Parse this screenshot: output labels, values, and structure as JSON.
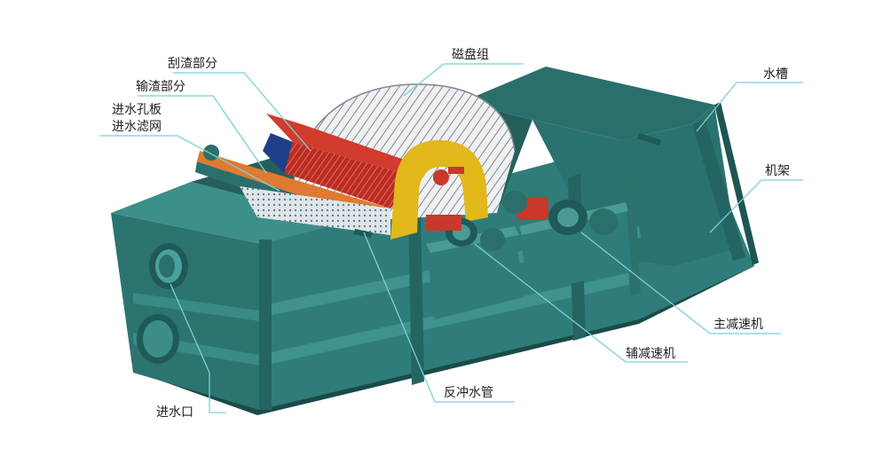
{
  "labels": {
    "scraper": "刮渣部分",
    "conveyor": "输渣部分",
    "inlet_plate_line1": "进水孔板",
    "inlet_plate_line2": "进水滤网",
    "disc_group": "磁盘组",
    "tank": "水槽",
    "frame": "机架",
    "main_reducer": "主减速机",
    "aux_reducer": "辅减速机",
    "backwash_pipe": "反冲水管",
    "inlet": "进水口"
  },
  "colors": {
    "body": "#2f7d7a",
    "body_dark": "#1f5a58",
    "body_light": "#4a9b96",
    "leader": "#7ecfd6",
    "red": "#c8382c",
    "yellow": "#e2b81a",
    "disc": "#dfe3e6"
  }
}
